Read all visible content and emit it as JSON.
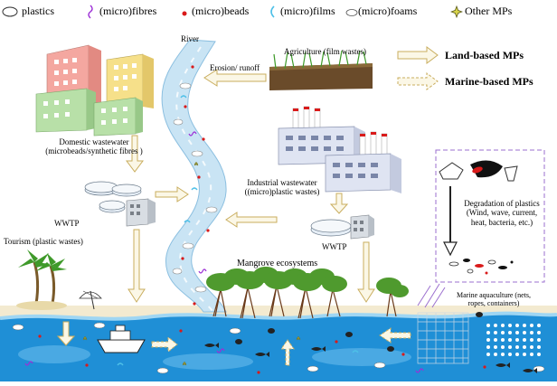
{
  "legend": {
    "plastics": "plastics",
    "fibres": "(micro)fibres",
    "beads": "(micro)beads",
    "films": "(micro)films",
    "foams": "(micro)foams",
    "other": "Other MPs"
  },
  "key": {
    "land": "Land-based MPs",
    "marine": "Marine-based MPs"
  },
  "labels": {
    "river": "River",
    "agriculture": "Agriculture (film wastes)",
    "erosion": "Erosion/ runoff",
    "domestic_1": "Domestic wastewater",
    "domestic_2": "(microbeads/synthetic fibres )",
    "wwtp_left": "WWTP",
    "industrial_1": "Industrial wastewater",
    "industrial_2": "((micro)plastic wastes)",
    "wwtp_right": "WWTP",
    "tourism": "Tourism (plastic wastes)",
    "mangrove": "Mangrove ecosystems",
    "degradation_1": "Degradation of plastics",
    "degradation_2": "(Wind, wave, current,",
    "degradation_3": "heat, bacteria, etc.)",
    "aquaculture_1": "Marine aquaculture (nets,",
    "aquaculture_2": "ropes, containers)"
  },
  "colors": {
    "land_arrow": "#d8c27a",
    "water": "#1f8fd6",
    "water_light": "#bfe3f7",
    "river": "#c9e4f4",
    "sand": "#f3ead0",
    "mangrove": "#4f9a2e",
    "beads": "#d91a1a",
    "fibres": "#9c2fd6",
    "films": "#4ec0e8",
    "degradation_border": "#9b6fcf"
  },
  "icons": [
    "plastic-icon",
    "fibre-icon",
    "bead-icon",
    "film-icon",
    "foam-icon",
    "star-icon",
    "factory-icon",
    "building-icon",
    "wwtp-icon",
    "boat-icon",
    "fish-icon",
    "crab-icon",
    "palm-tree-icon",
    "umbrella-icon",
    "mangrove-icon",
    "net-icon"
  ]
}
